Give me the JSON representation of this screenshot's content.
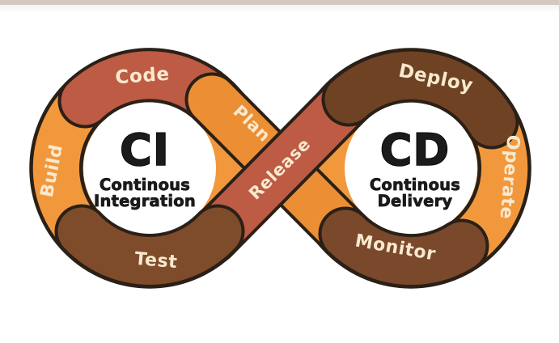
{
  "colors": {
    "bg": "#ffffff",
    "card_edge": "#d2c8bd",
    "ring_orange": "#f2983c",
    "band_orange": "#ec8e33",
    "rust": "#bd5b44",
    "test_brown": "#7e4c2b",
    "monitor_brown": "#7a482a",
    "deploy_brown": "#6f4224",
    "outline": "#2a2017",
    "cream": "#f8e9cf",
    "ink": "#1b1b1b"
  },
  "diagram": {
    "ci": {
      "abbr": "CI",
      "subtitle_line1": "Continous",
      "subtitle_line2": "Integration"
    },
    "cd": {
      "abbr": "CD",
      "subtitle_line1": "Continous",
      "subtitle_line2": "Delivery"
    },
    "stages": {
      "code": "Code",
      "plan": "Plan",
      "build": "Build",
      "test": "Test",
      "release": "Release",
      "deploy": "Deploy",
      "operate": "Operate",
      "monitor": "Monitor"
    }
  }
}
